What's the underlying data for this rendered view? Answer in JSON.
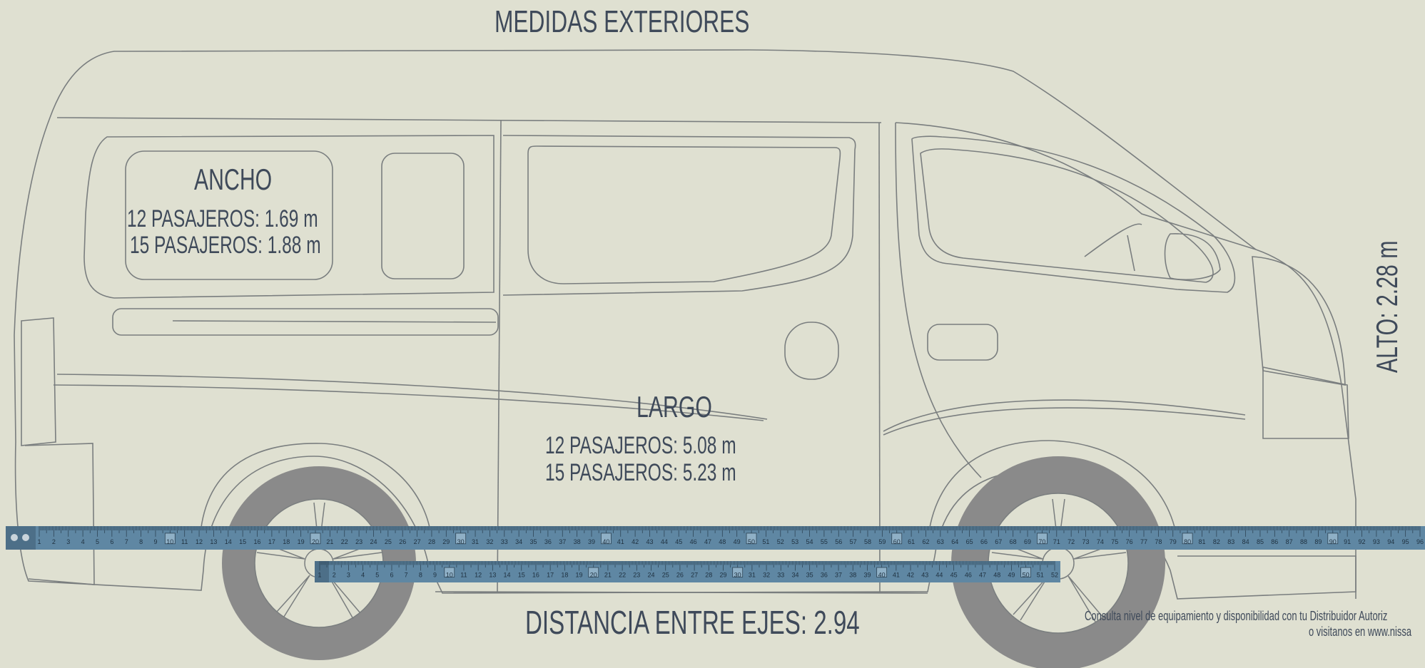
{
  "title": "MEDIDAS EXTERIORES",
  "ancho": {
    "label": "ANCHO",
    "line1": "12 PASAJEROS: 1.69 m",
    "line2": "15 PASAJEROS: 1.88 m"
  },
  "largo": {
    "label": "LARGO",
    "line1": "12 PASAJEROS: 5.08 m",
    "line2": "15 PASAJEROS: 5.23 m"
  },
  "alto": "ALTO: 2.28 m",
  "distancia": "DISTANCIA ENTRE EJES: 2.94",
  "footnote": {
    "line1": "Consulta nivel de equipamiento y disponibilidad con tu Distribuidor Autoriz",
    "line2": "o visitanos en www.nissa"
  },
  "tapes": {
    "long": {
      "start": 1,
      "end": 96
    },
    "short": {
      "start": 1,
      "end": 52
    }
  },
  "colors": {
    "background": "#dfe0d1",
    "line": "#7a7e7f",
    "text": "#3f4a5a",
    "tape": "#5f87a3",
    "tire": "#8a8a8a"
  }
}
